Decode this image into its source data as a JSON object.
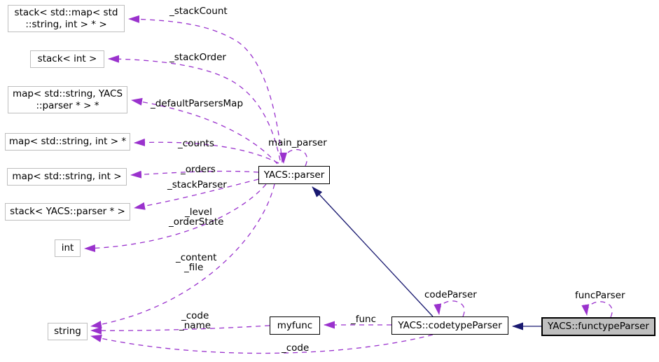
{
  "colors": {
    "background": "#ffffff",
    "usage_edge": "#9a32cd",
    "inheritance_edge": "#191970",
    "node_border_documented": "#000000",
    "node_border_undocumented": "#bebebe",
    "current_node_fill": "#bfbfbf",
    "node_fill": "#ffffff",
    "text": "#000000"
  },
  "nodes": [
    {
      "id": "stack-map-string-int-ptr",
      "lines": [
        "stack< std::map< std",
        "::string, int > * >"
      ]
    },
    {
      "id": "stack-int",
      "lines": [
        "stack< int >",
        ""
      ]
    },
    {
      "id": "map-string-yacs-parser-ptr",
      "lines": [
        "map< std::string, YACS",
        "::parser * > *"
      ]
    },
    {
      "id": "map-string-int-ptr",
      "lines": [
        "map< std::string, int > *",
        ""
      ]
    },
    {
      "id": "map-string-int",
      "lines": [
        "map< std::string, int >",
        ""
      ]
    },
    {
      "id": "stack-yacs-parser-ptr",
      "lines": [
        "stack< YACS::parser * >",
        ""
      ]
    },
    {
      "id": "int",
      "lines": [
        "int",
        ""
      ]
    },
    {
      "id": "string",
      "lines": [
        "string",
        ""
      ]
    },
    {
      "id": "yacs-parser",
      "lines": [
        "YACS::parser",
        ""
      ]
    },
    {
      "id": "myfunc",
      "lines": [
        "myfunc",
        ""
      ]
    },
    {
      "id": "yacs-codetypeParser",
      "lines": [
        "YACS::codetypeParser",
        ""
      ]
    },
    {
      "id": "yacs-functypeParser",
      "lines": [
        "YACS::functypeParser",
        ""
      ]
    }
  ],
  "edge_labels": [
    {
      "id": "stackCount",
      "text": "_stackCount"
    },
    {
      "id": "stackOrder",
      "text": "_stackOrder"
    },
    {
      "id": "defaultParsersMap",
      "text": "_defaultParsersMap"
    },
    {
      "id": "counts",
      "text": "_counts"
    },
    {
      "id": "main_parser",
      "text": "main_parser"
    },
    {
      "id": "orders",
      "text": "_orders"
    },
    {
      "id": "stackParser",
      "text": "_stackParser"
    },
    {
      "id": "level",
      "text": "_level"
    },
    {
      "id": "orderState",
      "text": "_orderState"
    },
    {
      "id": "content",
      "text": "_content"
    },
    {
      "id": "file",
      "text": "_file"
    },
    {
      "id": "code_myfunc",
      "text": "_code"
    },
    {
      "id": "name_myfunc",
      "text": "_name"
    },
    {
      "id": "func",
      "text": "_func"
    },
    {
      "id": "code_codetype",
      "text": "_code"
    },
    {
      "id": "codeParser",
      "text": "codeParser"
    },
    {
      "id": "funcParser",
      "text": "funcParser"
    }
  ],
  "edges": [
    {
      "from": "yacs-parser",
      "to": "stack-map-string-int-ptr",
      "label": "_stackCount",
      "kind": "usage"
    },
    {
      "from": "yacs-parser",
      "to": "stack-int",
      "label": "_stackOrder",
      "kind": "usage"
    },
    {
      "from": "yacs-parser",
      "to": "map-string-yacs-parser-ptr",
      "label": "_defaultParsersMap",
      "kind": "usage"
    },
    {
      "from": "yacs-parser",
      "to": "map-string-int-ptr",
      "label": "_counts",
      "kind": "usage"
    },
    {
      "from": "yacs-parser",
      "to": "map-string-int",
      "label": "_orders",
      "kind": "usage"
    },
    {
      "from": "yacs-parser",
      "to": "stack-yacs-parser-ptr",
      "label": "_stackParser",
      "kind": "usage"
    },
    {
      "from": "yacs-parser",
      "to": "int",
      "label": "_level _orderState",
      "kind": "usage"
    },
    {
      "from": "yacs-parser",
      "to": "string",
      "label": "_content _file",
      "kind": "usage"
    },
    {
      "from": "yacs-parser",
      "to": "yacs-parser",
      "label": "main_parser",
      "kind": "usage-self"
    },
    {
      "from": "yacs-codetypeParser",
      "to": "yacs-parser",
      "label": "",
      "kind": "inheritance"
    },
    {
      "from": "yacs-codetypeParser",
      "to": "myfunc",
      "label": "_func",
      "kind": "usage"
    },
    {
      "from": "yacs-codetypeParser",
      "to": "string",
      "label": "_code",
      "kind": "usage"
    },
    {
      "from": "yacs-codetypeParser",
      "to": "yacs-codetypeParser",
      "label": "codeParser",
      "kind": "usage-self"
    },
    {
      "from": "myfunc",
      "to": "string",
      "label": "_code _name",
      "kind": "usage"
    },
    {
      "from": "yacs-functypeParser",
      "to": "yacs-codetypeParser",
      "label": "",
      "kind": "inheritance"
    },
    {
      "from": "yacs-functypeParser",
      "to": "yacs-functypeParser",
      "label": "funcParser",
      "kind": "usage-self"
    }
  ]
}
